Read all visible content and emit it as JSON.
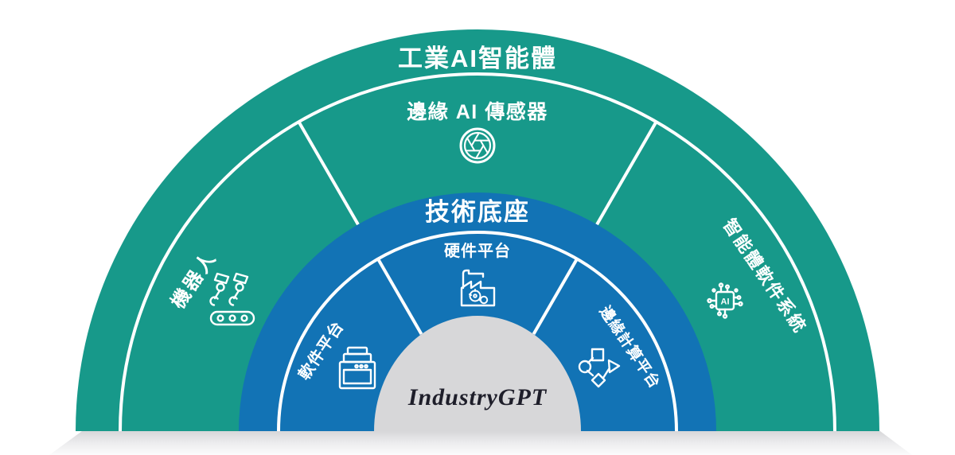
{
  "figure": {
    "outer_ring": {
      "title": "工業AI智能體",
      "color": "#17998a",
      "segments": [
        {
          "label": "機器人",
          "icon": "robot-arms-conveyor-icon"
        },
        {
          "label": "邊緣 AI 傳感器",
          "icon": "camera-aperture-icon"
        },
        {
          "label": "智能體軟件系統",
          "icon": "ai-chip-icon"
        }
      ]
    },
    "inner_ring": {
      "title": "技術底座",
      "color": "#1273b5",
      "segments": [
        {
          "label": "軟件平台",
          "icon": "industrial-machine-icon"
        },
        {
          "label": "硬件平台",
          "icon": "factory-icon"
        },
        {
          "label": "邊緣計算平台",
          "icon": "connected-shapes-icon"
        }
      ]
    },
    "core": {
      "label": "IndustryGPT",
      "color": "#d7d7d9"
    },
    "ai_chip_text": "AI",
    "colors": {
      "teal": "#17998a",
      "blue": "#1273b5",
      "line": "#ffffff",
      "floor_top": "#d7d7d9"
    }
  }
}
